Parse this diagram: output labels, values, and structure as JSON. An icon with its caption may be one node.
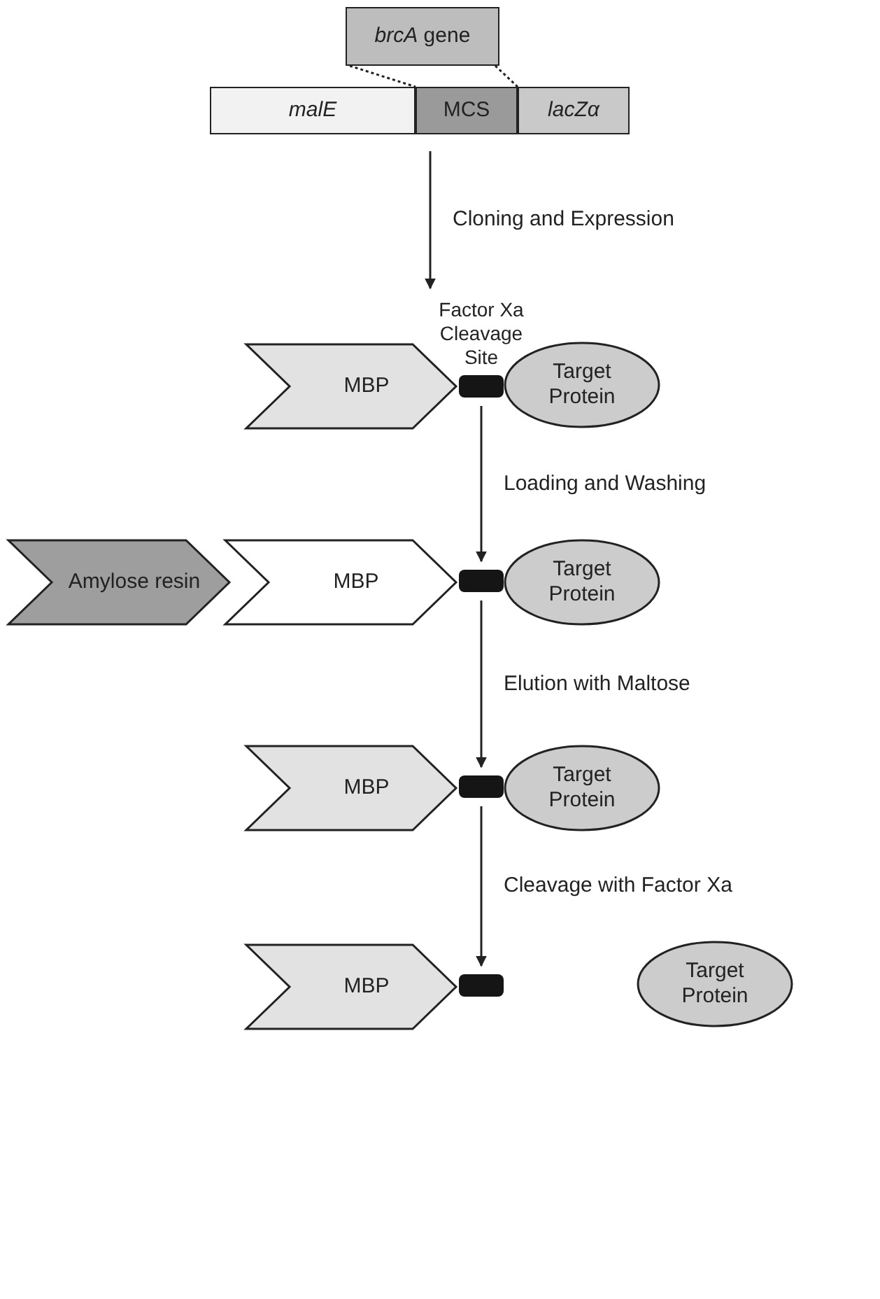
{
  "diagram": {
    "nodes": [
      {
        "text": [
          "*brcA* gene"
        ]
      },
      {
        "text": [
          "malE"
        ]
      },
      {
        "text": [
          "MCS"
        ]
      },
      {
        "text": [
          "lacZα"
        ]
      },
      {
        "text": [
          "MBP"
        ]
      },
      {
        "text": [],
        "shape": "bar",
        "beside": [
          "Factor Xa Cleavage Site"
        ]
      },
      {
        "text": [
          "Target Protein"
        ]
      },
      {
        "text": [
          "Amylose resin"
        ]
      },
      {
        "text": [
          "MBP"
        ]
      },
      {
        "text": [],
        "shape": "bar"
      },
      {
        "text": [
          "Target Protein"
        ]
      },
      {
        "text": [
          "MBP"
        ]
      },
      {
        "text": [],
        "shape": "bar"
      },
      {
        "text": [
          "Target Protein"
        ]
      },
      {
        "text": [
          "MBP"
        ]
      },
      {
        "text": [],
        "shape": "bar"
      },
      {
        "text": [
          "Target Protein"
        ]
      }
    ],
    "edges": [
      {
        "from": 0,
        "to": 2,
        "arrow": "none",
        "style": "dashed"
      },
      {
        "from": 2,
        "to": 5,
        "arrow": "to",
        "label": "Cloning and Expression"
      },
      {
        "from": 5,
        "to": 9,
        "arrow": "to",
        "label": "Loading and Washing"
      },
      {
        "from": 9,
        "to": 12,
        "arrow": "to",
        "label": "Elution with Maltose"
      },
      {
        "from": 12,
        "to": 15,
        "arrow": "to",
        "label": "Cleavage with Factor Xa"
      }
    ]
  }
}
